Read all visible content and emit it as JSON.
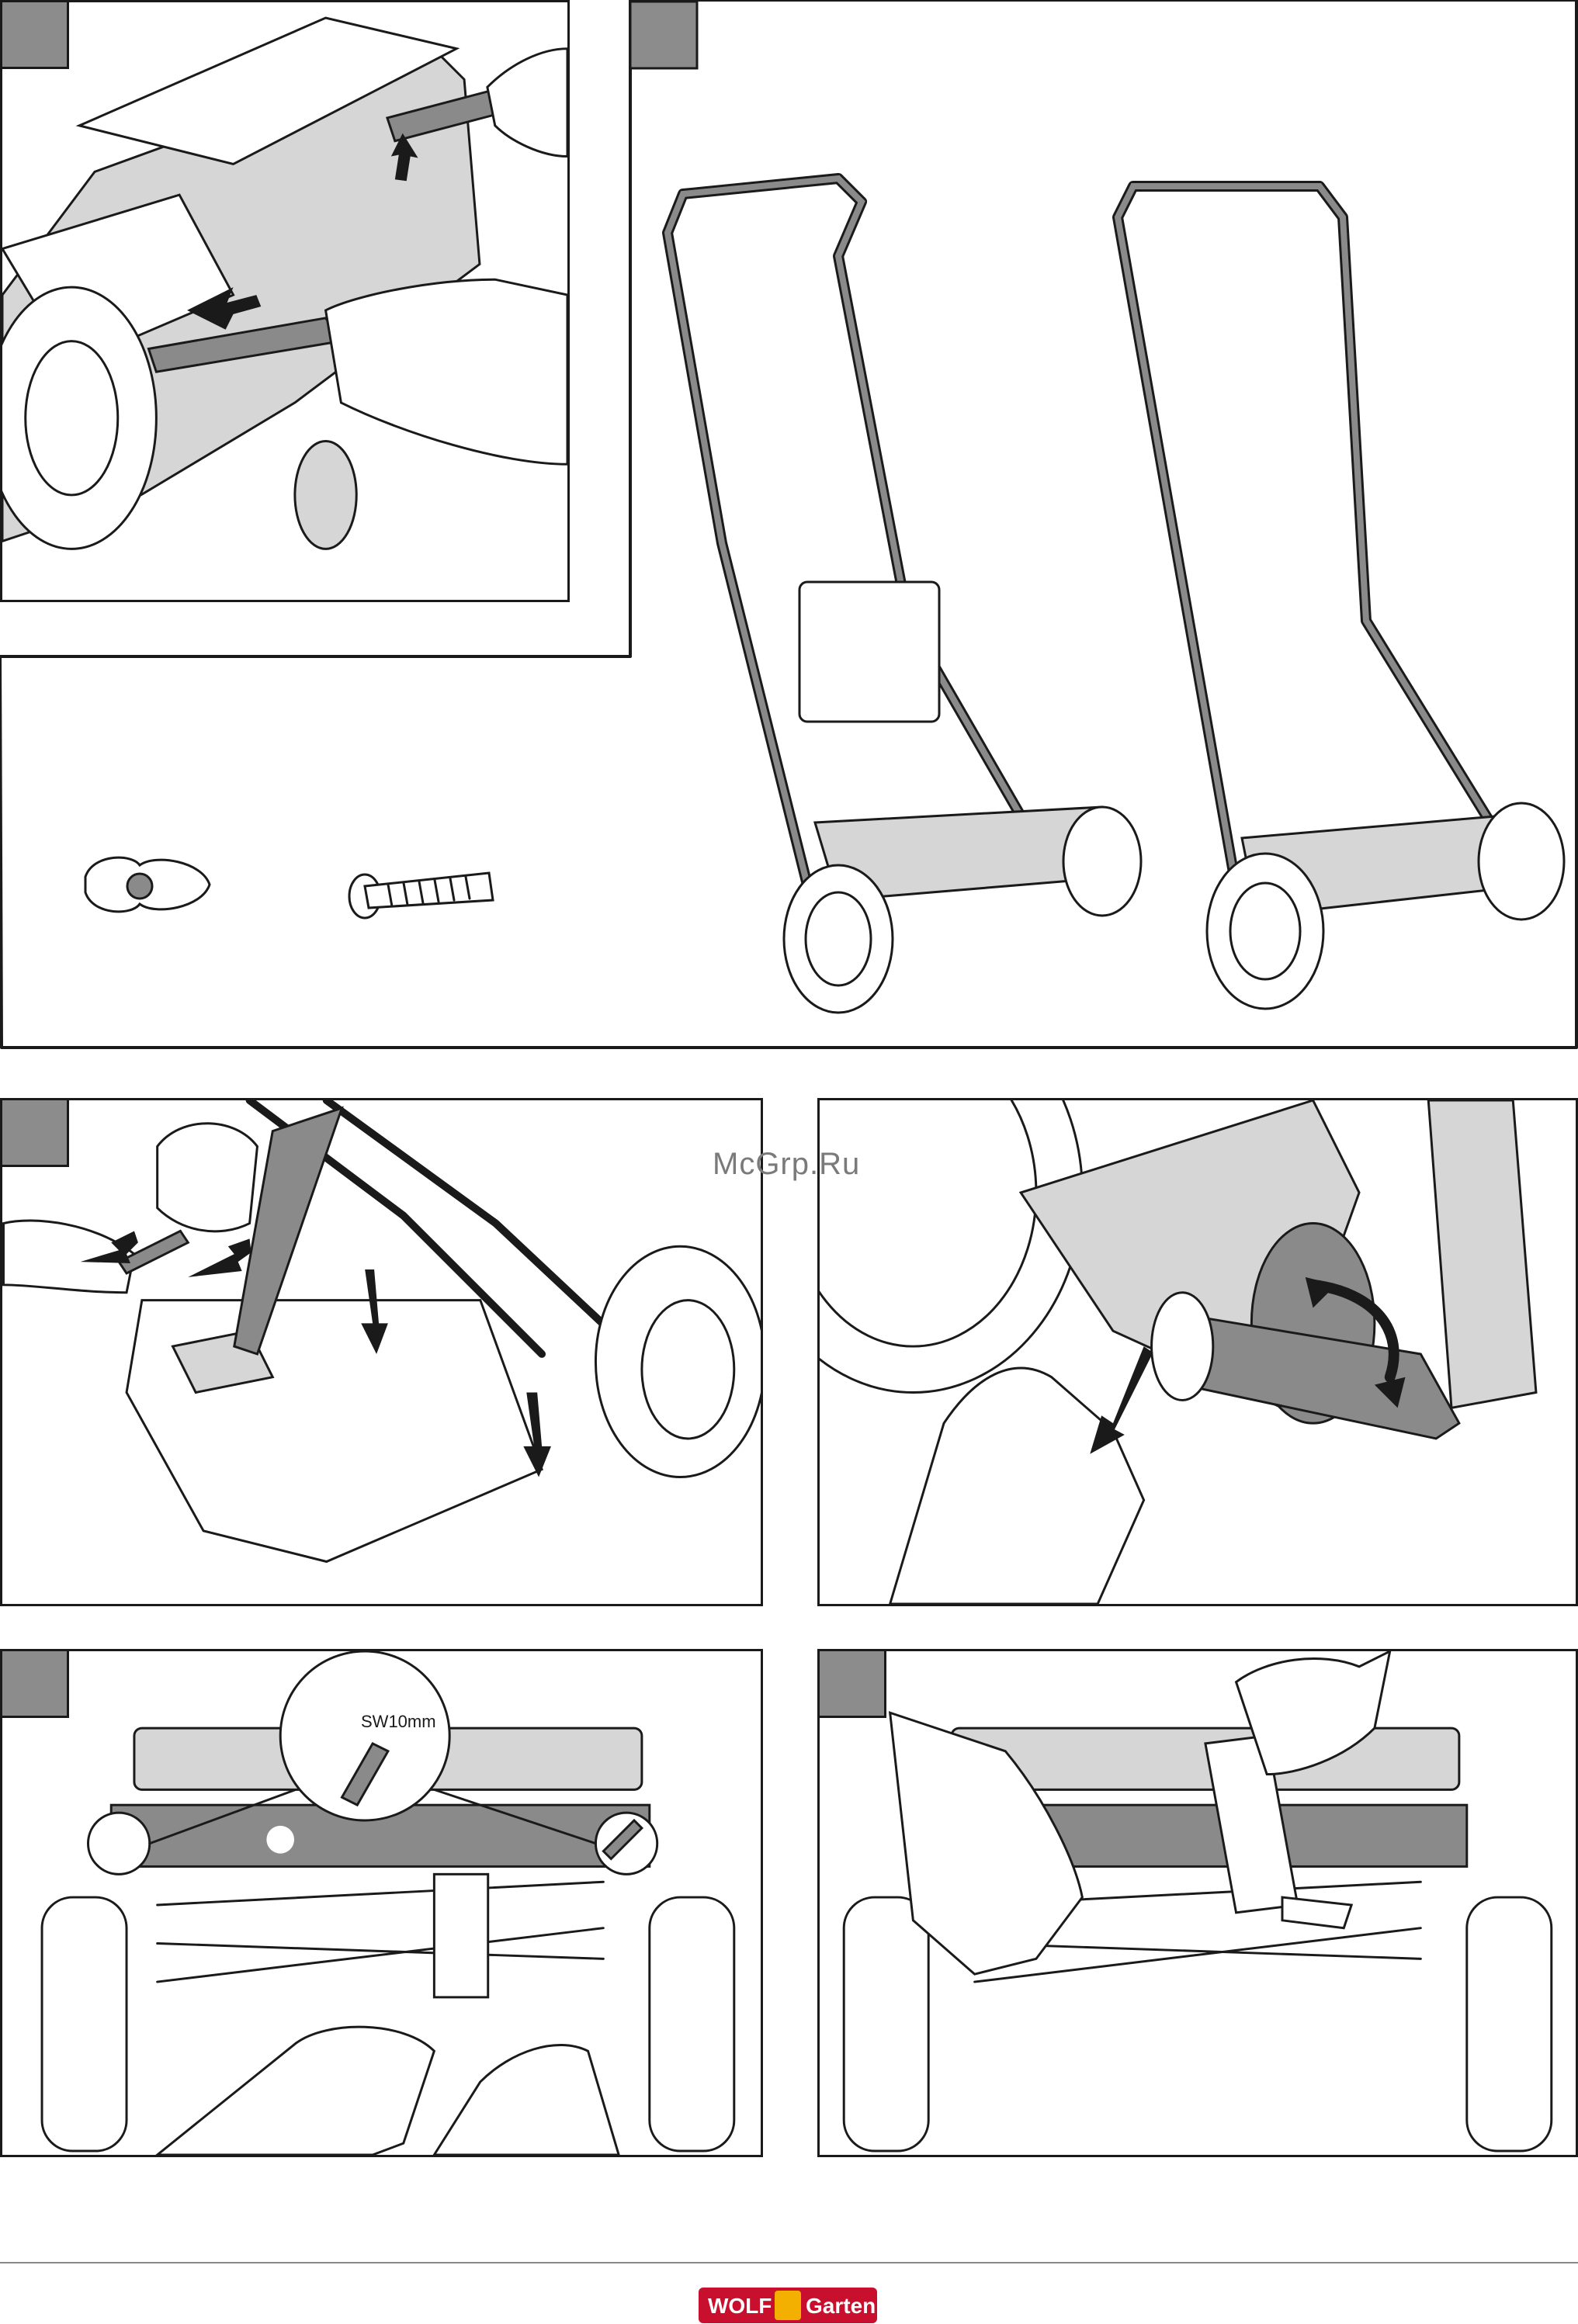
{
  "watermark": "McGrp.Ru",
  "panels": [
    {
      "id": "panel-1"
    },
    {
      "id": "panel-2"
    },
    {
      "id": "panel-3"
    },
    {
      "id": "panel-4"
    },
    {
      "id": "panel-5",
      "wrench_size": "SW10mm"
    },
    {
      "id": "panel-6"
    }
  ],
  "logo": {
    "brand_left": "WOLF",
    "brand_right": "Garten",
    "colors": {
      "red": "#c8102e",
      "yellow": "#f4b000"
    }
  },
  "icons": [
    "wing-nut-icon",
    "bolt-icon",
    "wrench-icon",
    "pliers-icon",
    "hand-icon",
    "arrow-icon"
  ]
}
